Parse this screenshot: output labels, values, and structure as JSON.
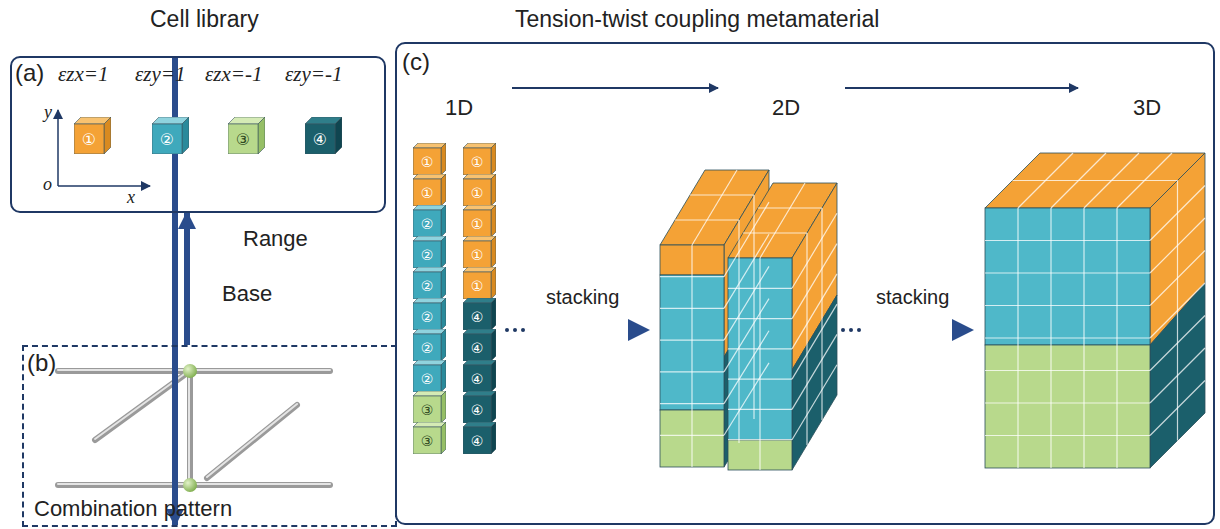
{
  "diagram": {
    "nodes": [
      {
        "text": [
          "Cell library",
          "(a)"
        ]
      },
      {
        "text": [
          "①"
        ],
        "in": 0
      },
      {
        "text": [
          "②"
        ],
        "in": 0
      },
      {
        "text": [
          "③"
        ],
        "in": 0
      },
      {
        "text": [
          "④"
        ],
        "in": 0
      },
      {
        "text": [
          "(b)",
          "Combination pattern"
        ]
      },
      {
        "text": [
          "Tension-twist coupling metamaterial",
          "(c)"
        ]
      },
      {
        "text": [
          "①"
        ],
        "in": 6
      },
      {
        "text": [
          "①"
        ],
        "in": 6
      },
      {
        "text": [
          "②"
        ],
        "in": 6
      },
      {
        "text": [
          "②"
        ],
        "in": 6
      },
      {
        "text": [
          "②"
        ],
        "in": 6
      },
      {
        "text": [
          "②"
        ],
        "in": 6
      },
      {
        "text": [
          "②"
        ],
        "in": 6
      },
      {
        "text": [
          "②"
        ],
        "in": 6
      },
      {
        "text": [
          "③"
        ],
        "in": 6
      },
      {
        "text": [
          "③"
        ],
        "in": 6
      },
      {
        "text": [
          "①"
        ],
        "in": 6
      },
      {
        "text": [
          "①"
        ],
        "in": 6
      },
      {
        "text": [
          "①"
        ],
        "in": 6
      },
      {
        "text": [
          "①"
        ],
        "in": 6
      },
      {
        "text": [
          "①"
        ],
        "in": 6
      },
      {
        "text": [
          "④"
        ],
        "in": 6
      },
      {
        "text": [
          "④"
        ],
        "in": 6
      },
      {
        "text": [
          "④"
        ],
        "in": 6
      },
      {
        "text": [
          "④"
        ],
        "in": 6
      },
      {
        "text": [
          "④"
        ],
        "in": 6
      }
    ],
    "edges": [
      {
        "from": 0,
        "to": 6,
        "label": "Range",
        "arrow": "to"
      },
      {
        "from": 5,
        "to": 0,
        "label": "Base",
        "arrow": "to"
      }
    ],
    "labels": [
      "εzx=1",
      "εzy=1",
      "εzx=-1",
      "εzy=-1",
      "y",
      "o",
      "x",
      "1D",
      "2D",
      "3D",
      "stacking",
      "stacking"
    ]
  }
}
